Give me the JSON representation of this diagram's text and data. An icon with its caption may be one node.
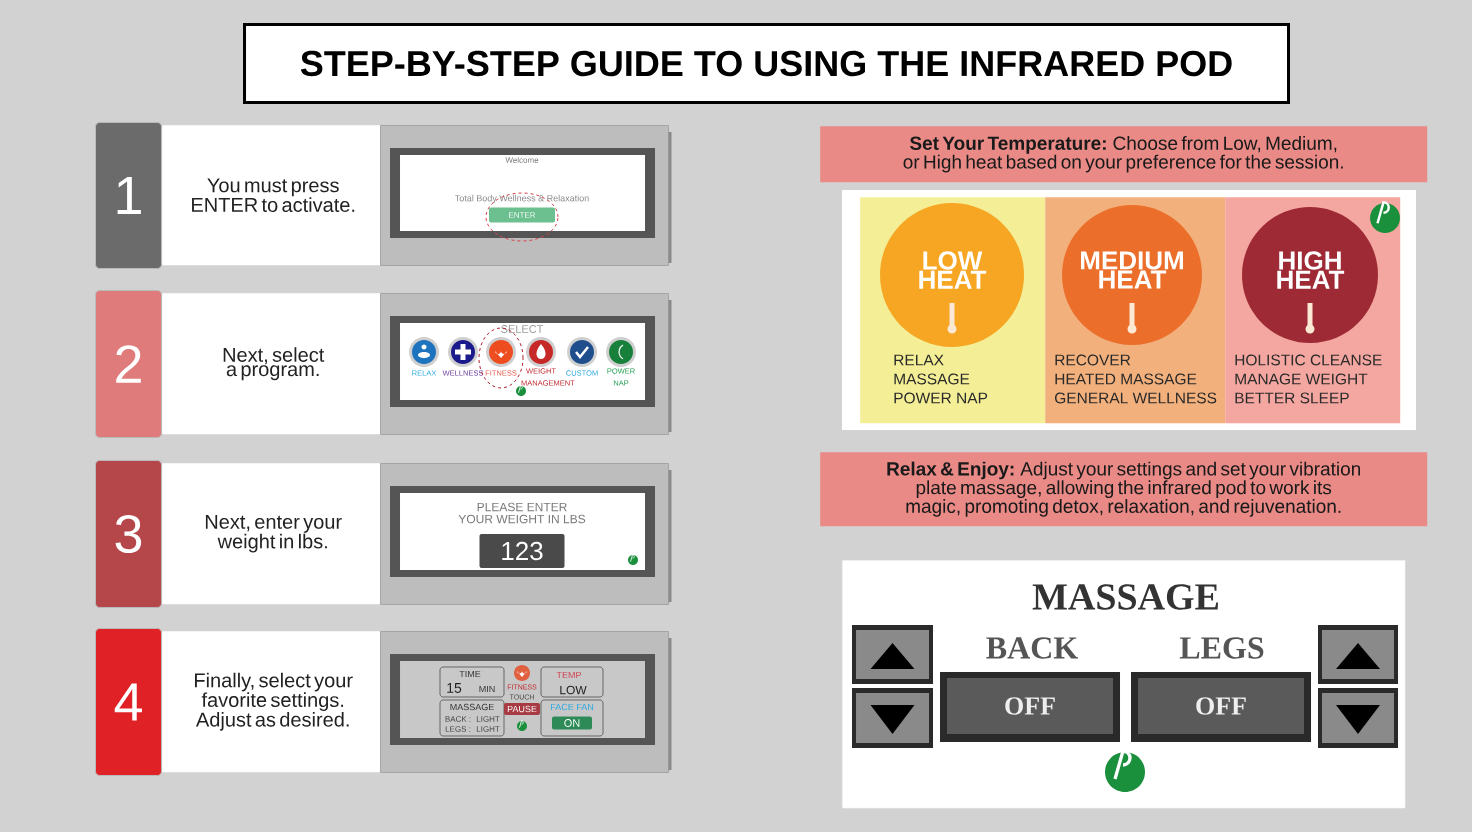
{
  "diagram": {
    "title": "STEP-BY-STEP GUIDE TO USING THE INFRARED POD",
    "nodes": [
      {
        "text": [
          "1"
        ]
      },
      {
        "text": [
          "You must press ENTER to activate."
        ]
      },
      {
        "text": [
          "Welcome",
          "Total Body Wellness & Relaxation",
          "ENTER"
        ]
      },
      {
        "text": [
          "2"
        ]
      },
      {
        "text": [
          "Next, select a program."
        ]
      },
      {
        "text": [
          "SELECT",
          "RELAX",
          "WELLNESS",
          "FITNESS",
          "WEIGHT MANAGEMENT",
          "CUSTOM",
          "POWER NAP"
        ]
      },
      {
        "text": [
          "3"
        ]
      },
      {
        "text": [
          "Next, enter your weight in lbs."
        ]
      },
      {
        "text": [
          "PLEASE ENTER YOUR WEIGHT IN LBS",
          "123"
        ]
      },
      {
        "text": [
          "4"
        ]
      },
      {
        "text": [
          "Finally, select your favorite settings. Adjust as desired."
        ]
      },
      {
        "text": [
          "TIME",
          "15",
          "MIN",
          "FITNESS",
          "TEMP",
          "LOW",
          "TOUCH",
          "MASSAGE",
          "PAUSE",
          "FACE FAN",
          "BACK :",
          "LIGHT",
          "ON",
          "LEGS :",
          "LIGHT"
        ]
      },
      {
        "text": [
          "**Set Your Temperature:** Choose from Low, Medium, or High heat based on your preference for the session."
        ]
      },
      {
        "text": [
          "LOW HEAT",
          "RELAX",
          "MASSAGE",
          "POWER NAP"
        ]
      },
      {
        "text": [
          "MEDIUM HEAT",
          "RECOVER",
          "HEATED MASSAGE",
          "GENERAL WELLNESS"
        ]
      },
      {
        "text": [
          "HIGH HEAT",
          "HOLISTIC CLEANSE",
          "MANAGE WEIGHT",
          "BETTER SLEEP"
        ]
      },
      {
        "text": [
          "**Relax & Enjoy:** Adjust your settings and set your vibration plate massage, allowing the infrared pod to work its magic, promoting detox, relaxation, and rejuvenation."
        ]
      },
      {
        "text": [
          "MASSAGE",
          "BACK",
          "LEGS",
          "OFF",
          "OFF"
        ]
      }
    ]
  }
}
